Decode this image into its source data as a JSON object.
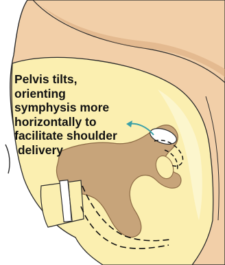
{
  "annotation": {
    "lines": [
      "Pelvis tilts,",
      "orienting",
      "symphysis more",
      "horizontally to",
      "facilitate shoulder",
      " delivery"
    ]
  },
  "colors": {
    "skin": "#f2cfa8",
    "skin_shadow": "#d9a97c",
    "pelvic_interior": "#fbefb0",
    "pelvic_interior_light": "#fdf7d4",
    "bone": "#c7a47a",
    "bone_edge": "#8c6a44",
    "outline": "#2a2a2a",
    "arrow": "#3aa0a8",
    "dashed_path": "#111111",
    "symphysis": "#ffffff"
  },
  "icons": {
    "tilt_arrow": "curved-arrow-icon"
  }
}
